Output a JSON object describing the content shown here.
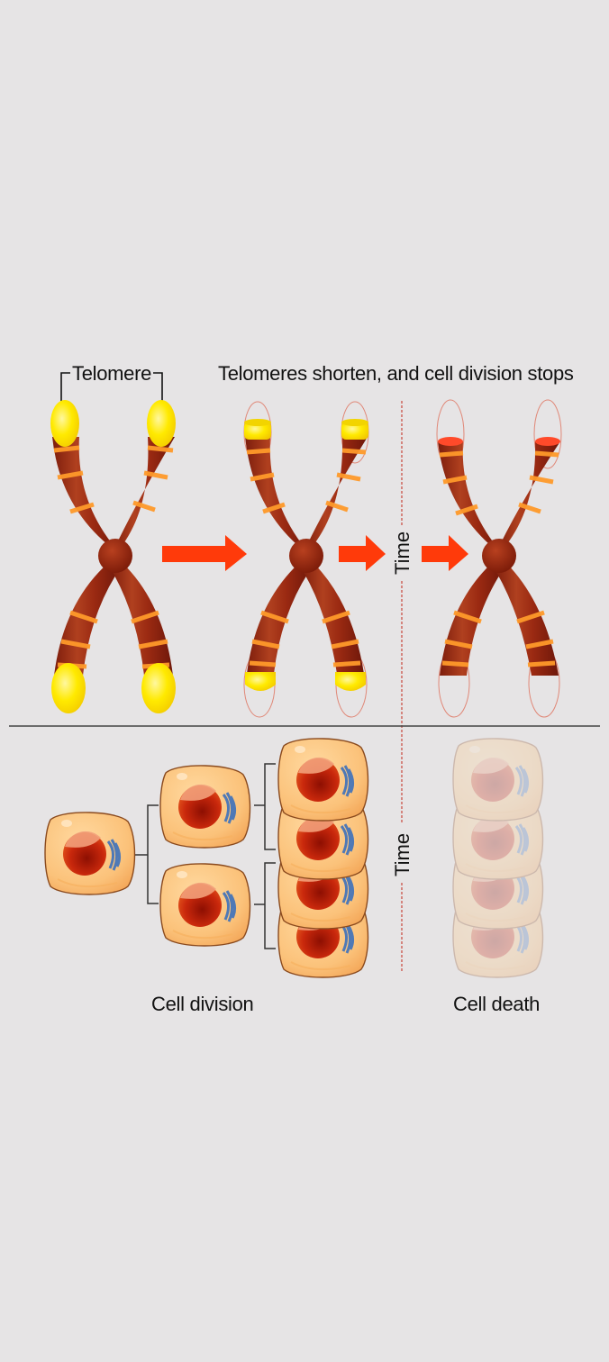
{
  "diagram": {
    "title_left": "Telomere",
    "title_right": "Telomeres shorten, and cell division stops",
    "time_label_top": "Time",
    "time_label_bottom": "Time",
    "caption_left": "Cell division",
    "caption_right": "Cell death",
    "chromosomes": [
      {
        "stage": "full-telomeres",
        "telomere": "long"
      },
      {
        "stage": "shortened-telomeres",
        "telomere": "short"
      },
      {
        "stage": "critically-short-telomeres",
        "telomere": "none"
      }
    ],
    "cell_division": {
      "generation_1": 1,
      "generation_2": 2,
      "generation_3": 4
    },
    "dead_cells": 4,
    "colors": {
      "background": "#e6e4e5",
      "telomere": "#ffe600",
      "chromatid": "#9b2a12",
      "band": "#ff9a2a",
      "arrow": "#ff3a0a",
      "dashed_line": "#c8463a",
      "cell": "#fbc27a",
      "nucleus": "#c9280c"
    }
  }
}
